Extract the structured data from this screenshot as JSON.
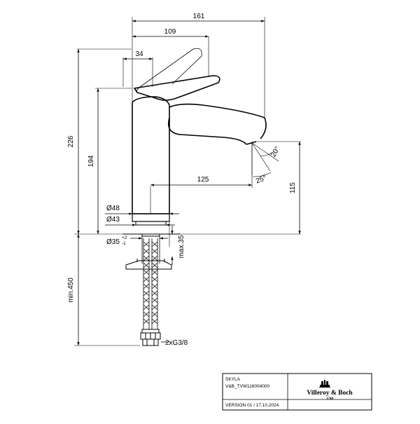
{
  "dimensions": {
    "overall_width": "161",
    "spout_reach_top": "109",
    "lever_offset": "34",
    "height_overall": "226",
    "height_body": "194",
    "spout_reach": "125",
    "spout_height": "115",
    "dia_body": "Ø48",
    "dia_base": "Ø43",
    "dia_hole": "Ø35",
    "dia_hole_tol_plus": "+2",
    "dia_hole_tol_minus": "-1",
    "max_thickness": "max.35",
    "min_hose": "min.450",
    "angle_spray": "20°",
    "angle_tilt": "25°",
    "connection": "2xG3/8"
  },
  "title_block": {
    "product": "SKYLA",
    "code": "V&B_TVW116004000",
    "version": "VERSION 01 / 17.10.2024",
    "brand": "Villeroy & Boch",
    "brand_year": "1748"
  }
}
